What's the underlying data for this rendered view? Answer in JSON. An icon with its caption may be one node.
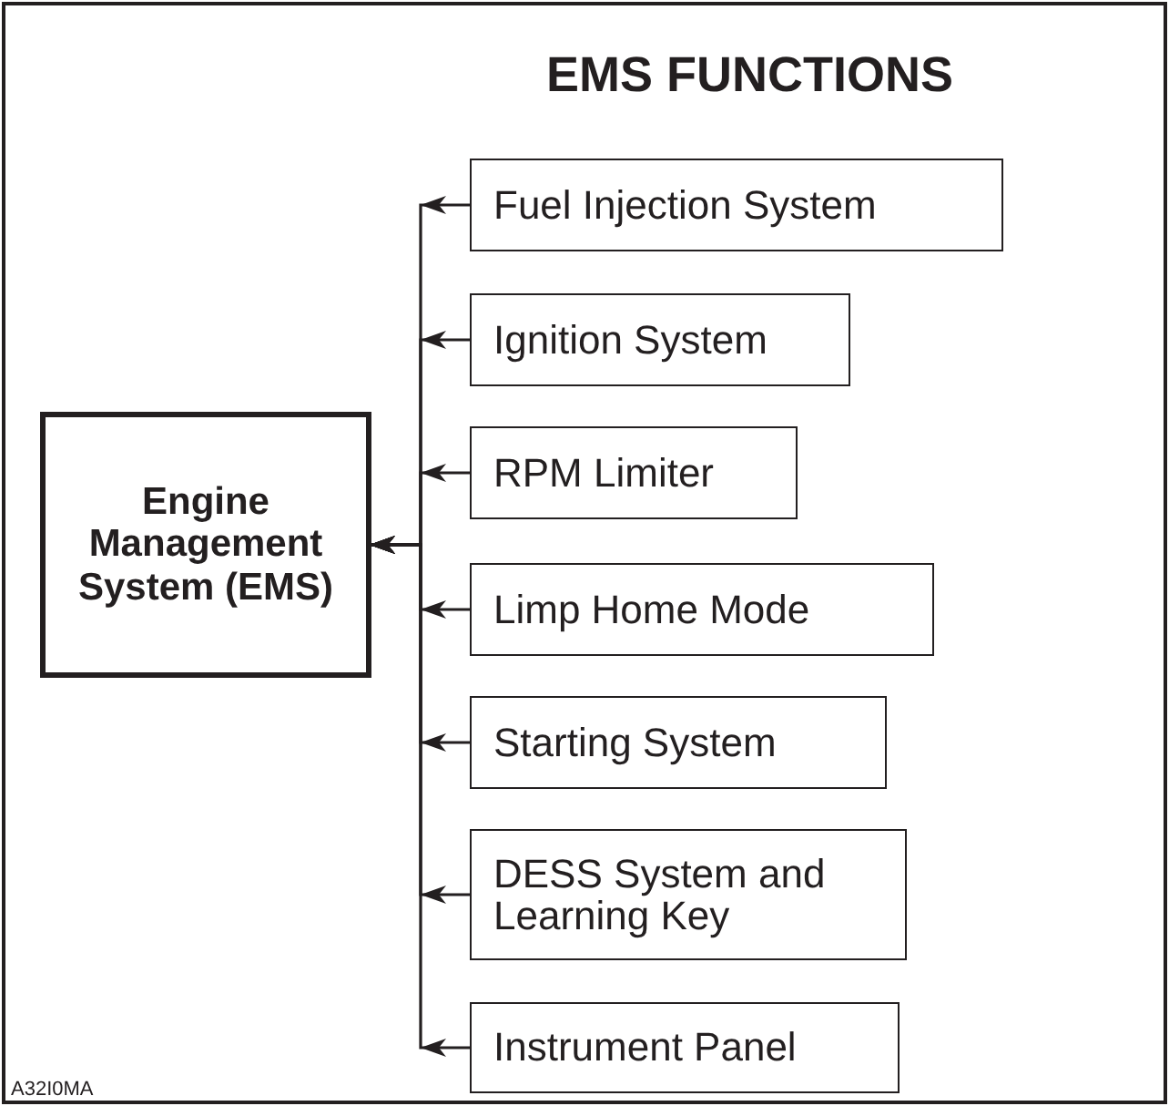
{
  "diagram": {
    "title": "EMS FUNCTIONS",
    "nodes": [
      {
        "text": [
          "Engine Management System (EMS)"
        ]
      },
      {
        "text": [
          "Fuel Injection System"
        ]
      },
      {
        "text": [
          "Ignition System"
        ]
      },
      {
        "text": [
          "RPM Limiter"
        ]
      },
      {
        "text": [
          "Limp Home Mode"
        ]
      },
      {
        "text": [
          "Starting System"
        ]
      },
      {
        "text": [
          "DESS System and Learning Key"
        ]
      },
      {
        "text": [
          "Instrument Panel"
        ]
      }
    ],
    "edges": [
      {
        "from": 1,
        "to": 0,
        "arrow": "to"
      },
      {
        "from": 2,
        "to": 0,
        "arrow": "to"
      },
      {
        "from": 3,
        "to": 0,
        "arrow": "to"
      },
      {
        "from": 4,
        "to": 0,
        "arrow": "to"
      },
      {
        "from": 5,
        "to": 0,
        "arrow": "to"
      },
      {
        "from": 6,
        "to": 0,
        "arrow": "to"
      },
      {
        "from": 7,
        "to": 0,
        "arrow": "to"
      }
    ],
    "labels": [
      "A32I0MA"
    ]
  }
}
